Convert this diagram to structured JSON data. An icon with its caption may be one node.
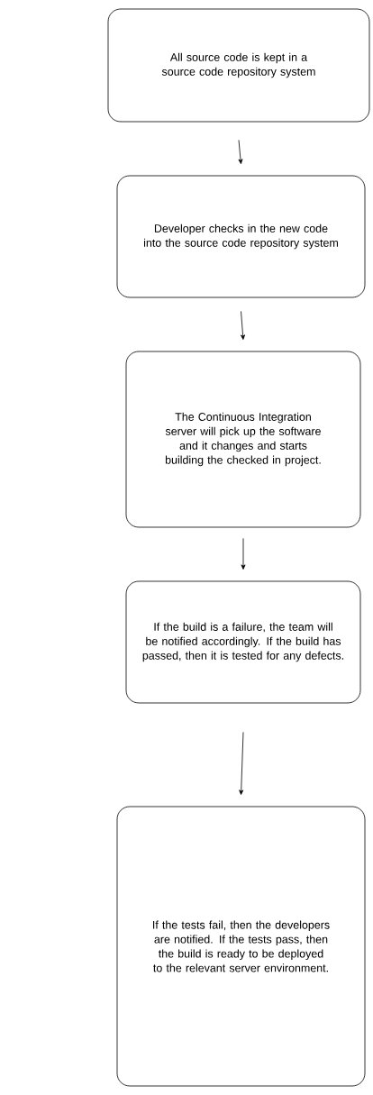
{
  "diagram": {
    "nodes": [
      {
        "text": [
          "All source code is kept in a source code repository system"
        ]
      },
      {
        "text": [
          "Developer checks in the new code into the source code repository system"
        ]
      },
      {
        "text": [
          "The Continuous Integration server will pick up the software and it changes and starts building the checked in project."
        ]
      },
      {
        "text": [
          "If the build is a failure, the team will be notified accordingly. If the build has passed, then it is tested for any defects."
        ]
      },
      {
        "text": [
          "If the tests fail, then the developers are notified. If the tests pass, then the build is ready to be deployed to the relevant server environment."
        ]
      }
    ],
    "edges": [
      {
        "from": 0,
        "to": 1,
        "arrow": "to"
      },
      {
        "from": 1,
        "to": 2,
        "arrow": "to"
      },
      {
        "from": 2,
        "to": 3,
        "arrow": "to"
      },
      {
        "from": 3,
        "to": 4,
        "arrow": "to"
      }
    ]
  }
}
